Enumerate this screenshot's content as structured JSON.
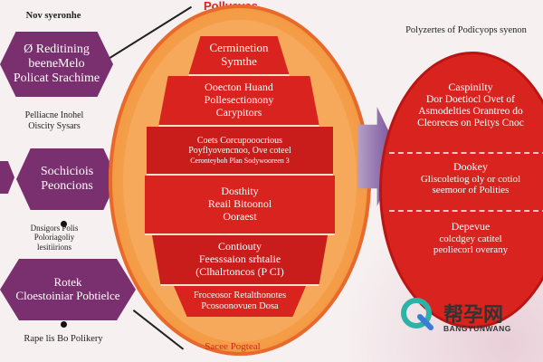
{
  "titles": {
    "top": "Pollycyes",
    "right": "Polyzertes of Podicyops syenon",
    "bottom": "Sacee Pogteal"
  },
  "left": {
    "label_top": "Nov syeronhe",
    "hex1": "Reditining\nbeeneMelo\nPolicat Srachime",
    "hex1_prefix": "Ø",
    "label_mid1": "Pelliacne Inohel\nOiscity Sysars",
    "hex2": "Sochiciois\nPeoncions",
    "label_mid2": "Dnsigors Polis\nPoloriagoliy\nlesitiirions",
    "hex3": "Rotek\nCloestoiniar Pobtielce",
    "label_bottom": "Rape lis Bo Polikery"
  },
  "center": {
    "bands": [
      {
        "lines": [
          "Cerminetion",
          "Symthe"
        ]
      },
      {
        "lines": [
          "Ooecton Huand",
          "Pollesectionony",
          "Carypitors"
        ]
      },
      {
        "lines": [
          "Coets Corcupooocrious",
          "Poyflyovencnoo, Ove coteel",
          "Ceronteyboh Plan Sodywooreen 3"
        ]
      },
      {
        "lines": [
          "Dosthity",
          "Reail Bitoonol",
          "Ooraest"
        ]
      },
      {
        "lines": [
          "Contiouty",
          "Feesssaion srhtalie",
          "(Clhalrtoncos (P CI)"
        ]
      },
      {
        "lines": [
          "Froceosor Retalthonotes",
          "Pcosoonovuen Dosa"
        ]
      }
    ]
  },
  "right": {
    "sections": [
      {
        "lines": [
          "Caspinilty",
          "Dor Doetiocl Ovet of",
          "Asmodelties Orantreo do",
          "Cleoreces on Peitys Cnoc"
        ]
      },
      {
        "lines": [
          "Dookey",
          "Gliscoletiog oly or cotiol",
          "seemoor of Polities"
        ]
      },
      {
        "lines": [
          "Depevue",
          "colcdgey catitel",
          "peoliecorl overany"
        ]
      }
    ]
  },
  "logo": {
    "cn": "帮孕网",
    "en": "BANGYUNWANG"
  },
  "colors": {
    "purple": "#7a2f6e",
    "red": "#d9231f",
    "orange": "#f39a43",
    "blue_arrow": "#2c8fd6"
  }
}
